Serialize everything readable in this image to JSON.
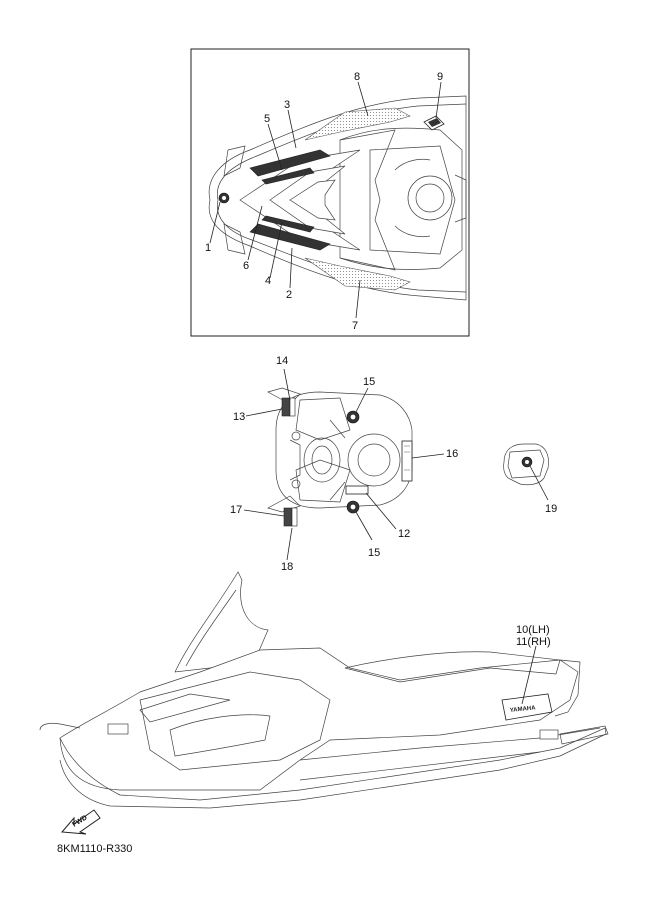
{
  "diagram_code": "8KM1110-R330",
  "fwd_arrow_text": "FWD",
  "callouts": {
    "c1": "1",
    "c2": "2",
    "c3": "3",
    "c4": "4",
    "c5": "5",
    "c6": "6",
    "c7": "7",
    "c8": "8",
    "c9": "9",
    "c10": "10(LH)",
    "c11": "11(RH)",
    "c12": "12",
    "c13": "13",
    "c14": "14",
    "c15a": "15",
    "c15b": "15",
    "c16": "16",
    "c17": "17",
    "c18": "18",
    "c19": "19"
  }
}
